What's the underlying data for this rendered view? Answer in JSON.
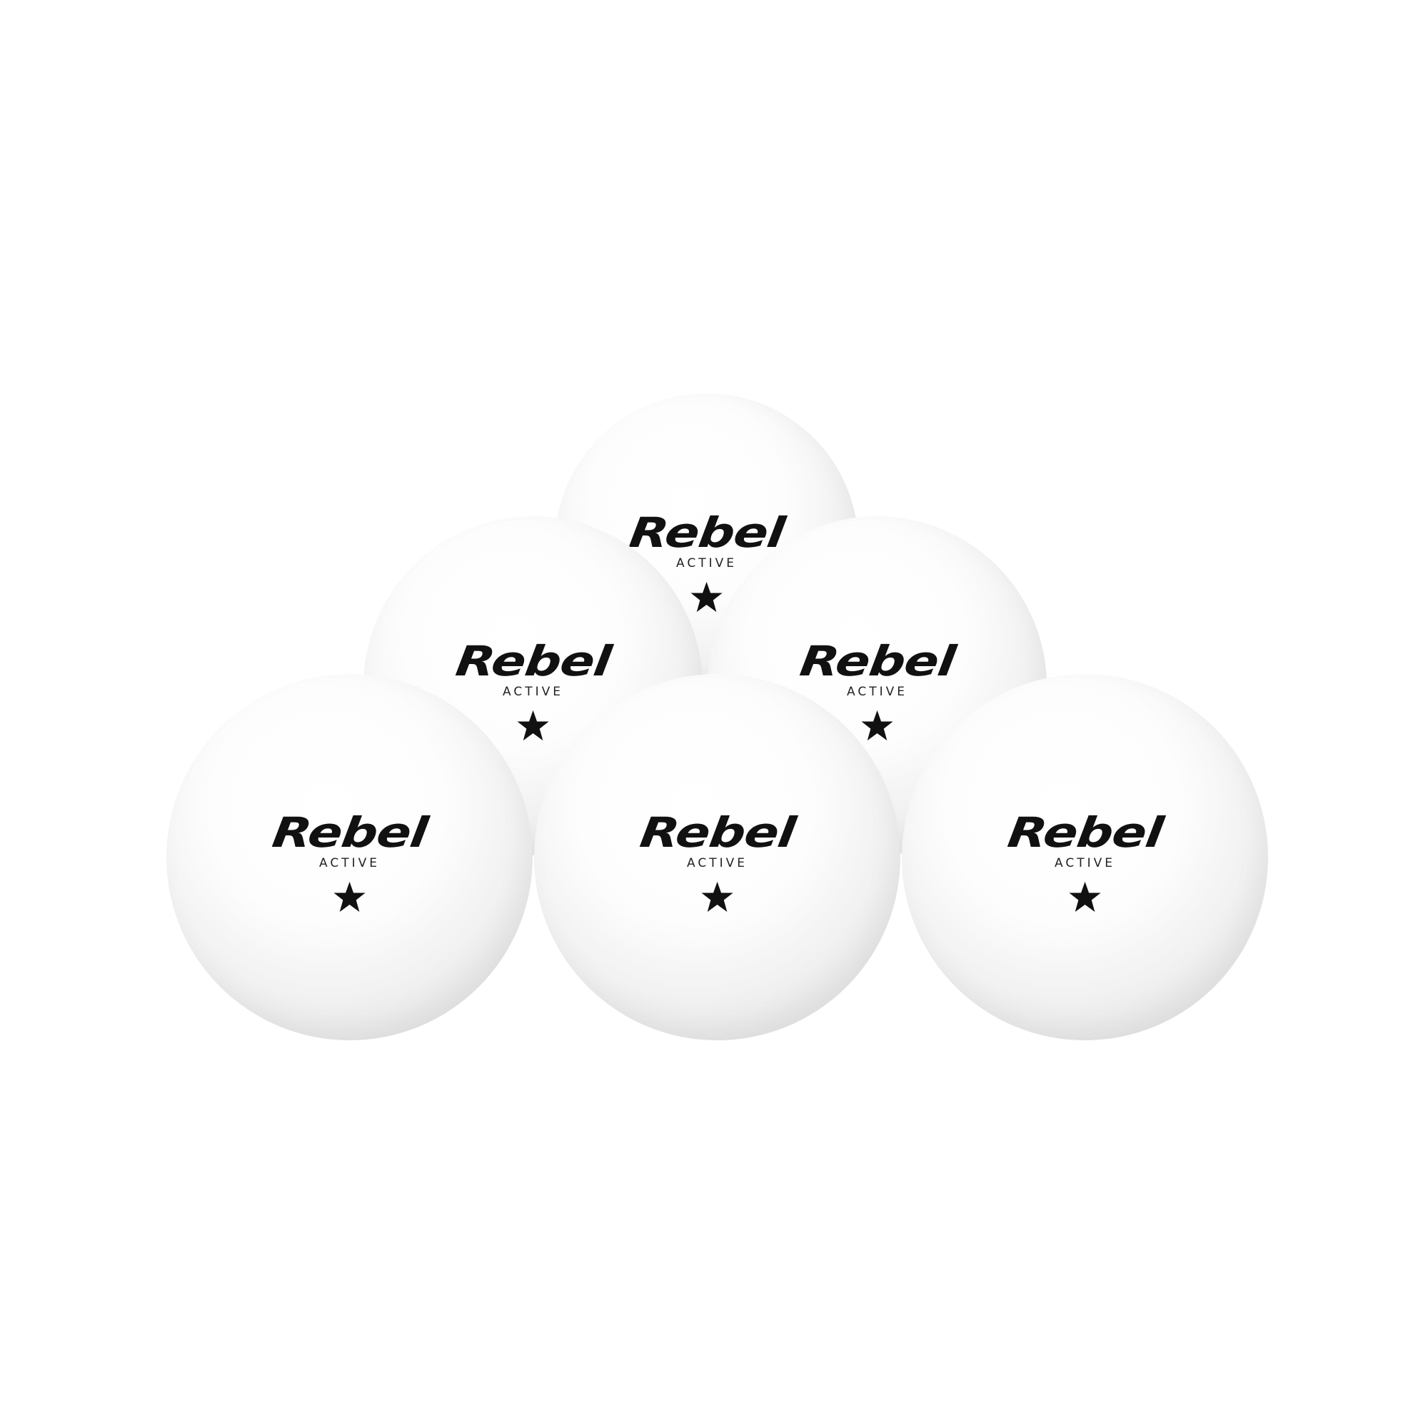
{
  "balls": [
    {
      "brand": "Rebel",
      "sub": "ACTIVE"
    },
    {
      "brand": "Rebel",
      "sub": "ACTIVE"
    },
    {
      "brand": "Rebel",
      "sub": "ACTIVE"
    },
    {
      "brand": "Rebel",
      "sub": "ACTIVE"
    },
    {
      "brand": "Rebel",
      "sub": "ACTIVE"
    },
    {
      "brand": "Rebel",
      "sub": "ACTIVE"
    }
  ],
  "colors": {
    "background": "#ffffff",
    "ball": "#f5f5f5",
    "logo": "#111111"
  },
  "icons": [
    "star-icon"
  ]
}
